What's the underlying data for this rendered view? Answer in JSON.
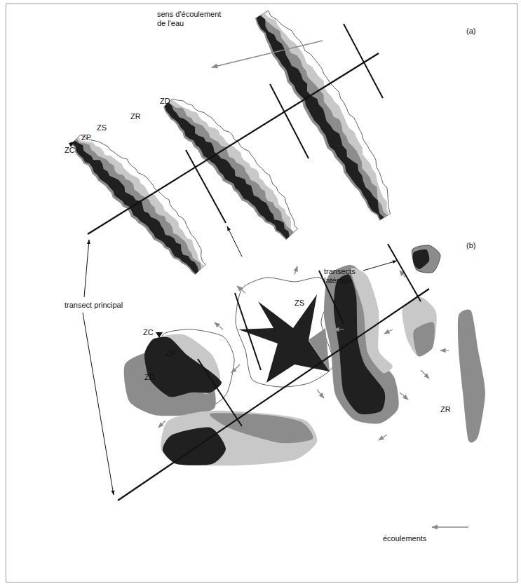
{
  "diagram": {
    "labels": [
      "sens d'écoulement de l'eau",
      "(a)",
      "ZD",
      "ZC",
      "ZP",
      "ZS",
      "ZR",
      "(b)",
      "transects latéraux",
      "transect principal",
      "ZC",
      "ZP",
      "ZD",
      "ZS",
      "ZR",
      "écoulements"
    ]
  }
}
